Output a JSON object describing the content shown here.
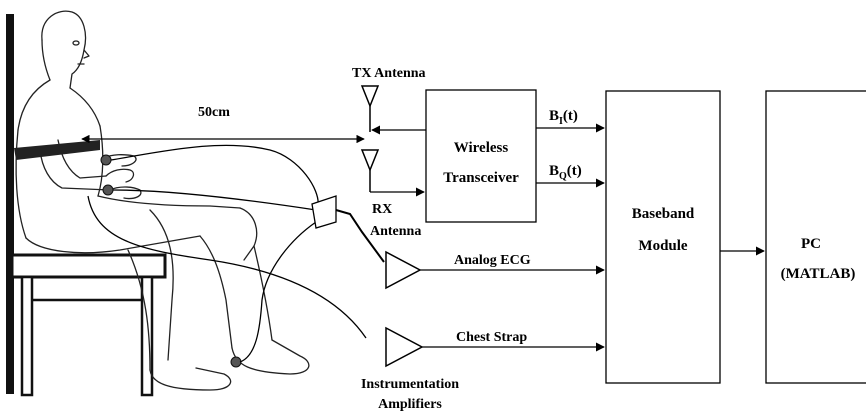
{
  "diagram": {
    "distance_label": "50cm",
    "tx_antenna": "TX Antenna",
    "rx_antenna_line1": "RX",
    "rx_antenna_line2": "Antenna",
    "transceiver_line1": "Wireless",
    "transceiver_line2": "Transceiver",
    "bi_main": "B",
    "bi_sub": "I",
    "bi_tail": "(t)",
    "bq_main": "B",
    "bq_sub": "Q",
    "bq_tail": "(t)",
    "baseband_line1": "Baseband",
    "baseband_line2": "Module",
    "pc_line1": "PC",
    "pc_line2": "(MATLAB)",
    "analog_ecg": "Analog ECG",
    "chest_strap": "Chest Strap",
    "amplifiers_line1": "Instrumentation",
    "amplifiers_line2": "Amplifiers"
  }
}
